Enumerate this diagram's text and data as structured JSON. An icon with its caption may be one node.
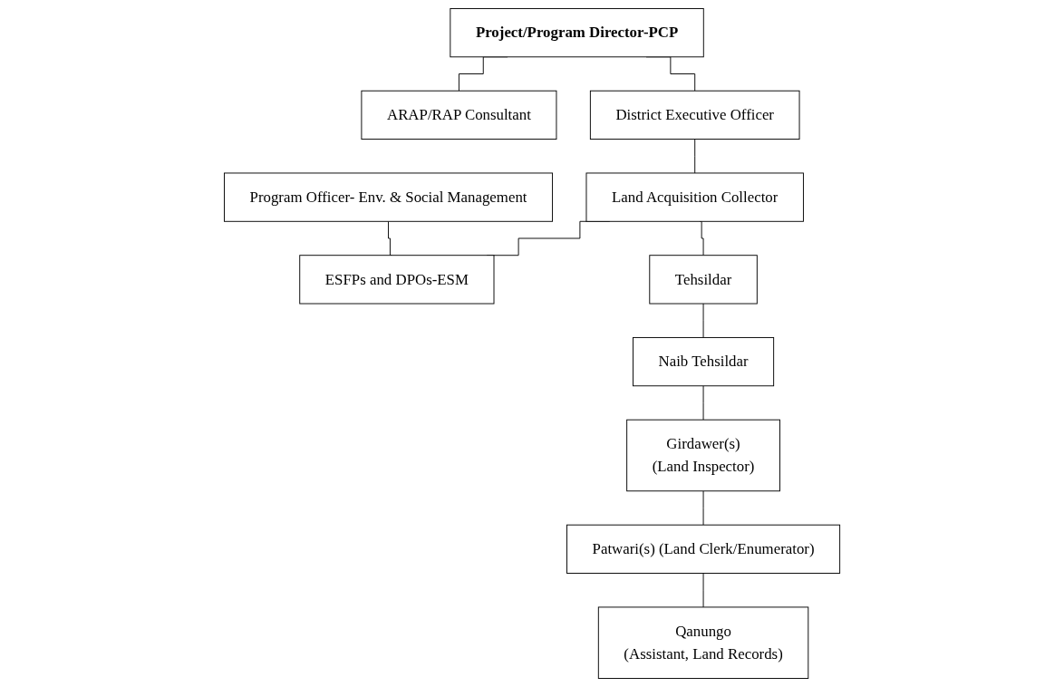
{
  "diagram": {
    "nodes": [
      {
        "text": [
          "Project/Program Director-PCP"
        ]
      },
      {
        "text": [
          "ARAP/RAP Consultant"
        ]
      },
      {
        "text": [
          "Program Officer- Env. & Social Management"
        ]
      },
      {
        "text": [
          "District Executive Officer"
        ]
      },
      {
        "text": [
          "ESFPs and DPOs-ESM"
        ]
      },
      {
        "text": [
          "Land Acquisition Collector"
        ]
      },
      {
        "text": [
          "Tehsildar"
        ]
      },
      {
        "text": [
          "Naib Tehsildar"
        ]
      },
      {
        "text": [
          "Girdawer(s)",
          "(Land Inspector)"
        ]
      },
      {
        "text": [
          "Patwari(s) (Land Clerk/Enumerator)"
        ]
      },
      {
        "text": [
          "Qanungo",
          "(Assistant, Land Records)"
        ]
      }
    ],
    "edges": [
      {
        "from": 0,
        "to": 1,
        "arrow": "none"
      },
      {
        "from": 0,
        "to": 3,
        "arrow": "none"
      },
      {
        "from": 2,
        "to": 4,
        "arrow": "none"
      },
      {
        "from": 3,
        "to": 5,
        "arrow": "none"
      },
      {
        "from": 5,
        "to": 4,
        "arrow": "none"
      },
      {
        "from": 5,
        "to": 6,
        "arrow": "none"
      },
      {
        "from": 6,
        "to": 7,
        "arrow": "none"
      },
      {
        "from": 7,
        "to": 8,
        "arrow": "none"
      },
      {
        "from": 8,
        "to": 9,
        "arrow": "none"
      },
      {
        "from": 9,
        "to": 10,
        "arrow": "none"
      }
    ]
  }
}
